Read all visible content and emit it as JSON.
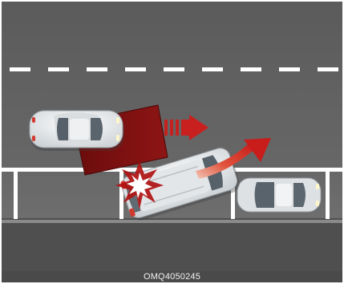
{
  "figure": {
    "caption": "OMQ4050245",
    "colors": {
      "road": "#5e5e5e",
      "road_light": "#7a7a7a",
      "lane_marking": "#ffffff",
      "sensor_zone": "#7a0f0f",
      "arrow": "#c8201e",
      "car_white": "#e9ecee",
      "car_silver": "#cfd3d6",
      "impact_highlight": "#ffffff"
    },
    "icons": {
      "sensor_zone": "rear-cross-traffic-sensor-zone",
      "warning_arrow": "right-arrow",
      "reverse_arrow": "curved-reverse-arrow",
      "collision": "impact-burst"
    }
  }
}
